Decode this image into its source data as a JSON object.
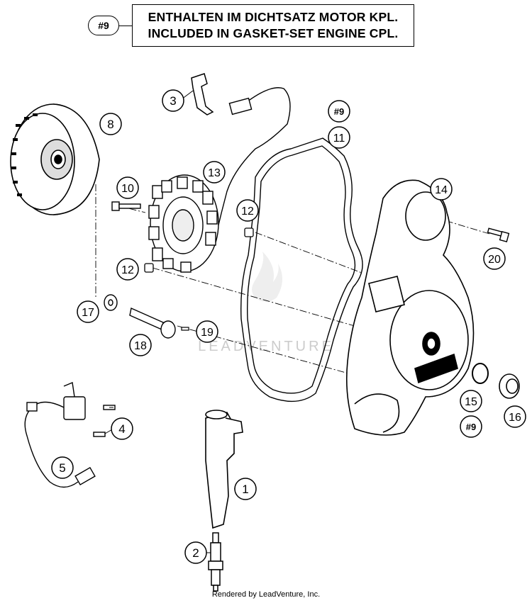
{
  "legend": {
    "ref": "#9",
    "line_de": "ENTHALTEN IM DICHTSATZ MOTOR KPL.",
    "line_en": "INCLUDED IN GASKET-SET ENGINE CPL."
  },
  "callouts": {
    "c1": "1",
    "c2": "2",
    "c3": "3",
    "c4": "4",
    "c5": "5",
    "c8": "8",
    "c9a": "#9",
    "c11": "11",
    "c10": "10",
    "c12a": "12",
    "c12b": "12",
    "c13": "13",
    "c14": "14",
    "c15": "15",
    "c9b": "#9",
    "c16": "16",
    "c17": "17",
    "c18": "18",
    "c19": "19",
    "c20": "20"
  },
  "watermark": "LEADVENTURE",
  "footer": "Rendered by LeadVenture, Inc."
}
